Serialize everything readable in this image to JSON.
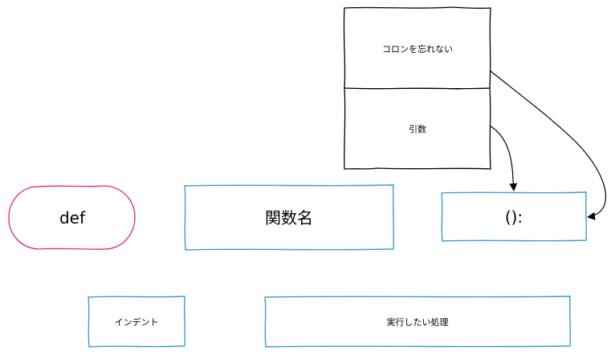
{
  "diagram": {
    "nodes": {
      "colon_note": {
        "label": "コロンを忘れない"
      },
      "args_note": {
        "label": "引数"
      },
      "def_keyword": {
        "label": "def"
      },
      "func_name": {
        "label": "関数名"
      },
      "parens_colon": {
        "label": "():"
      },
      "indent": {
        "label": "インデント"
      },
      "body": {
        "label": "実行したい処理"
      }
    },
    "edges": [
      {
        "from": "args_note",
        "to": "parens_colon"
      },
      {
        "from": "colon_note",
        "to": "parens_colon"
      }
    ],
    "colors": {
      "blue": "#3f9ad6",
      "pink": "#e0287f",
      "black": "#000000"
    }
  }
}
